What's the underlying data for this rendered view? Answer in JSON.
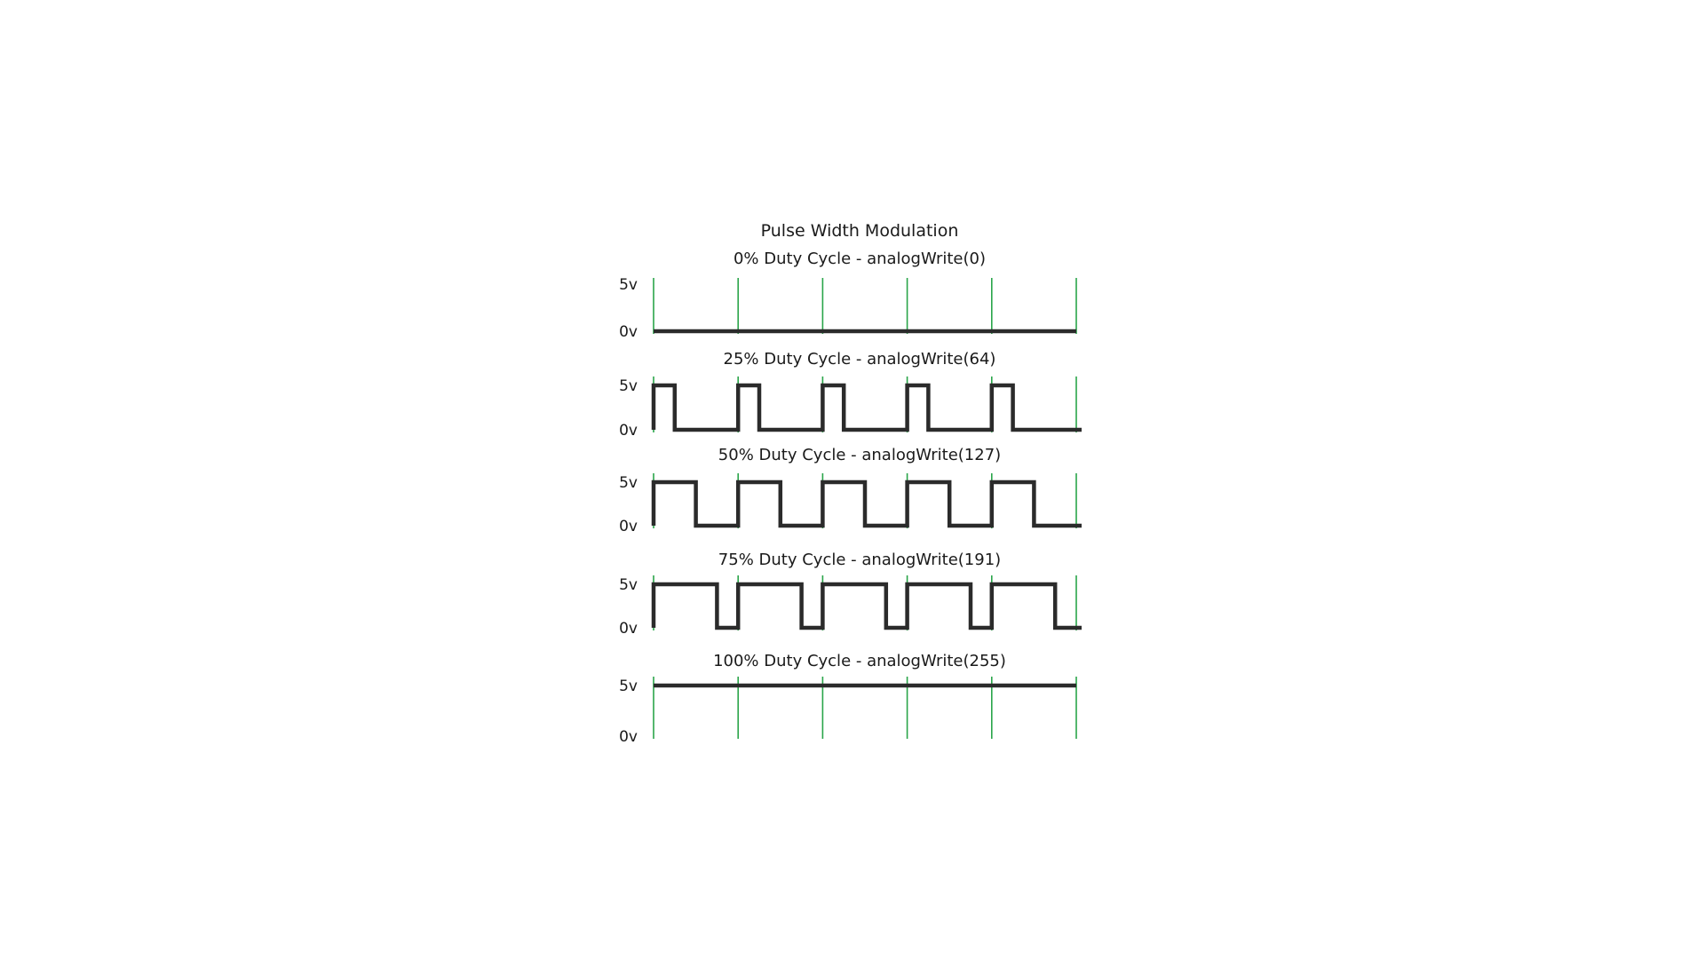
{
  "diagram": {
    "title": "Pulse Width Modulation",
    "high_label": "5v",
    "low_label": "0v",
    "periods": 5,
    "waveforms": [
      {
        "label": "0% Duty Cycle - analogWrite(0)",
        "duty_cycle": 0,
        "analog_write": 0
      },
      {
        "label": "25% Duty Cycle - analogWrite(64)",
        "duty_cycle": 0.25,
        "analog_write": 64
      },
      {
        "label": "50% Duty Cycle - analogWrite(127)",
        "duty_cycle": 0.5,
        "analog_write": 127
      },
      {
        "label": "75% Duty Cycle - analogWrite(191)",
        "duty_cycle": 0.75,
        "analog_write": 191
      },
      {
        "label": "100% Duty Cycle - analogWrite(255)",
        "duty_cycle": 1,
        "analog_write": 255
      }
    ],
    "colors": {
      "grid": "#2aa54a",
      "waveform": "#2b2b2b",
      "text": "#1a1a1a",
      "background": "#ffffff"
    }
  }
}
